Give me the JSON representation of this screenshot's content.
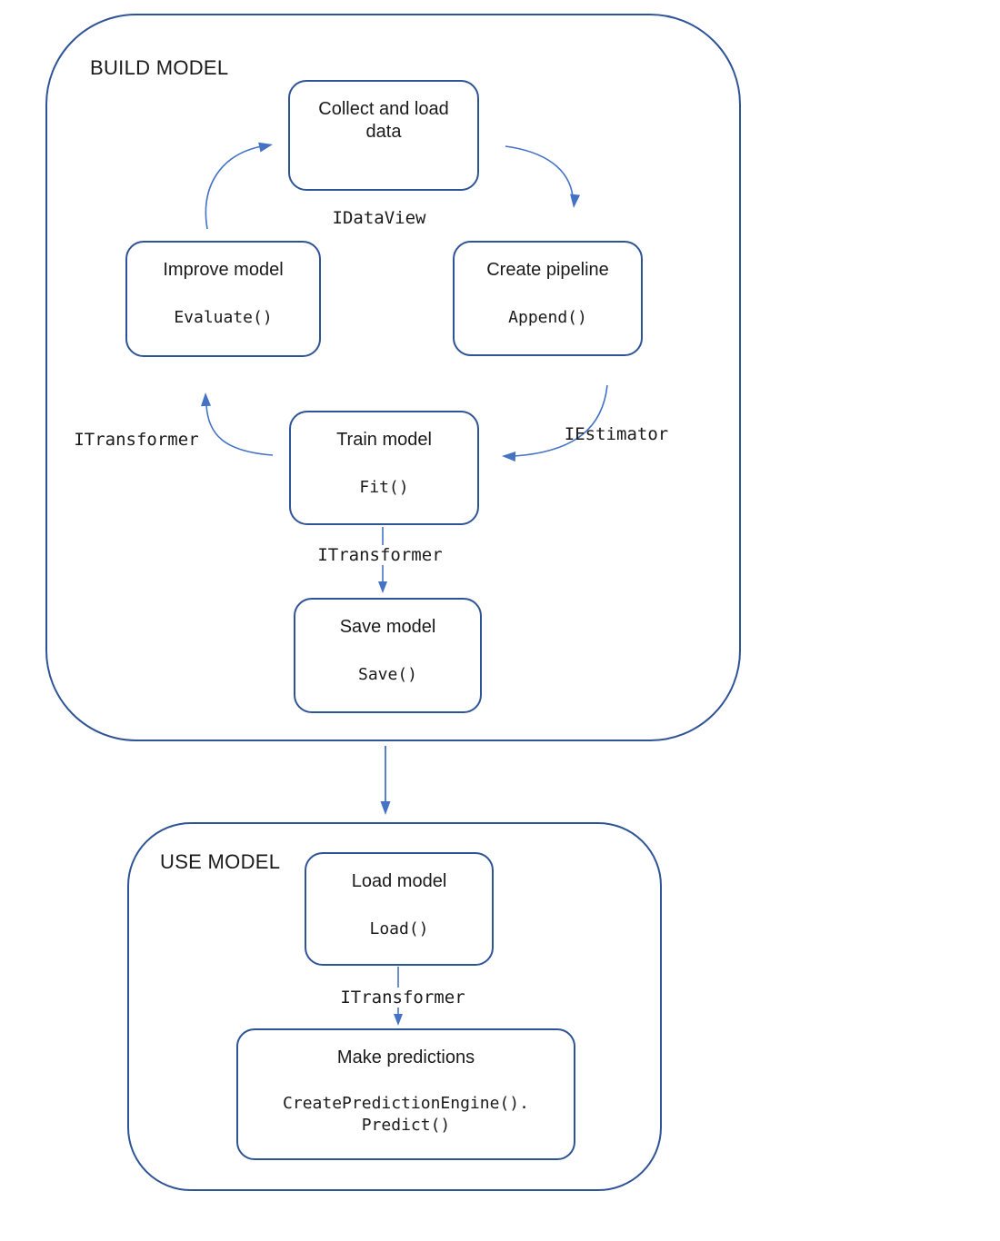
{
  "colors": {
    "box_border": "#2F5496",
    "arrow": "#4472C4",
    "text": "#1a1a1a",
    "background": "#ffffff"
  },
  "build_section": {
    "label": "BUILD MODEL",
    "nodes": {
      "collect": {
        "title": "Collect and load data"
      },
      "improve": {
        "title": "Improve model",
        "code": "Evaluate()"
      },
      "pipeline": {
        "title": "Create pipeline",
        "code": "Append()"
      },
      "train": {
        "title": "Train model",
        "code": "Fit()"
      },
      "save": {
        "title": "Save model",
        "code": "Save()"
      }
    },
    "labels": {
      "idataview": "IDataView",
      "itransformer_cycle": "ITransformer",
      "iestimator": "IEstimator",
      "itransformer_to_save": "ITransformer"
    }
  },
  "use_section": {
    "label": "USE MODEL",
    "nodes": {
      "load": {
        "title": "Load model",
        "code": "Load()"
      },
      "predict": {
        "title": "Make predictions",
        "code": "CreatePredictionEngine().",
        "code2": "Predict()"
      }
    },
    "labels": {
      "itransformer_to_predict": "ITransformer"
    }
  }
}
